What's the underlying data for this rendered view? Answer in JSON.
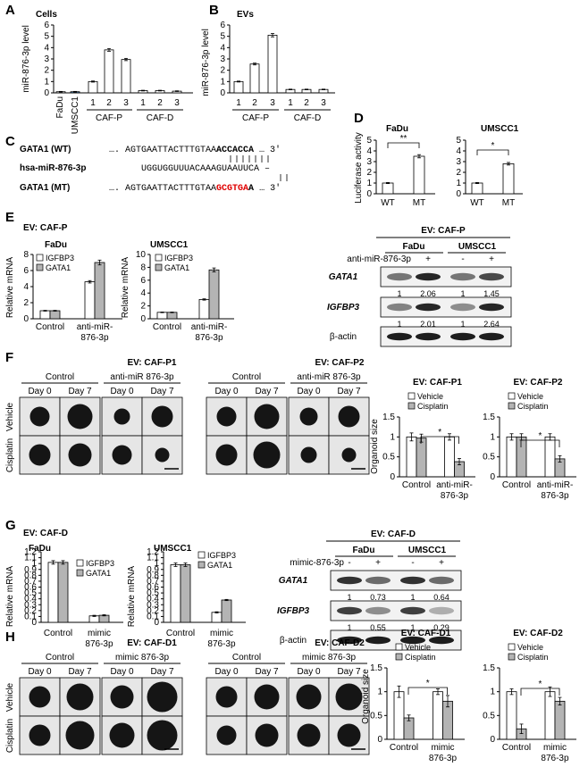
{
  "panels": {
    "A": {
      "letter": "A",
      "title": "Cells",
      "ylabel": "miR-876-3p level",
      "yticks": [
        "0",
        "1",
        "2",
        "3",
        "4",
        "5",
        "6"
      ],
      "xlabels": [
        "FaDu",
        "UMSCC1",
        "1",
        "2",
        "3",
        "1",
        "2",
        "3"
      ],
      "groups": [
        "CAF-P",
        "CAF-D"
      ]
    },
    "B": {
      "letter": "B",
      "title": "EVs",
      "ylabel": "miR-876-3p level",
      "yticks": [
        "0",
        "1",
        "2",
        "3",
        "4",
        "5",
        "6"
      ],
      "xlabels": [
        "1",
        "2",
        "3",
        "1",
        "2",
        "3"
      ],
      "groups": [
        "CAF-P",
        "CAF-D"
      ]
    },
    "C": {
      "letter": "C",
      "rows": [
        {
          "label": "GATA1 (WT)",
          "prefix": "…. AGTGAATTACTTTGTAA",
          "mid": "ACCACCA",
          "suffix": " … 3'"
        },
        {
          "label": "hsa-miR-876-3p",
          "prefix": "UGGUGGUUUACAAAGUAAUUCA",
          "suffix": " –"
        },
        {
          "label": "GATA1 (MT)",
          "prefix": "…. AGTGAATTACTTTGTAA",
          "mut": "GCGTGA",
          "mid2": "A",
          "suffix": " … 3'"
        }
      ]
    },
    "D": {
      "letter": "D",
      "ylabel": "Luciferase activity",
      "titles": [
        "FaDu",
        "UMSCC1"
      ],
      "yticks": [
        "0",
        "1",
        "2",
        "3",
        "4",
        "5"
      ],
      "xlabels": [
        "WT",
        "MT"
      ],
      "sig": [
        "**",
        "*"
      ]
    },
    "E": {
      "letter": "E",
      "header": "EV: CAF-P",
      "titles": [
        "FaDu",
        "UMSCC1"
      ],
      "ylabel": "Relative mRNA",
      "yticks_left": [
        "0",
        "2",
        "4",
        "6",
        "8"
      ],
      "yticks_right": [
        "0",
        "2",
        "4",
        "6",
        "8",
        "10"
      ],
      "legend": [
        "IGFBP3",
        "GATA1"
      ],
      "xlabels": [
        "Control",
        "anti-miR-",
        "876-3p"
      ],
      "blot": {
        "header": "EV: CAF-P",
        "cells": [
          "FaDu",
          "UMSCC1"
        ],
        "treat": "anti-miR-876-3p",
        "signs": [
          "-",
          "+",
          "-",
          "+"
        ],
        "rows": [
          {
            "name": "GATA1",
            "quant": [
              "1",
              "2.06",
              "1",
              "1.45"
            ]
          },
          {
            "name": "IGFBP3",
            "quant": [
              "1",
              "2.01",
              "1",
              "2.64"
            ]
          },
          {
            "name": "β-actin",
            "quant": []
          }
        ]
      }
    },
    "F": {
      "letter": "F",
      "headers": [
        "EV: CAF-P1",
        "EV: CAF-P2"
      ],
      "cond": [
        "Control",
        "anti-miR 876-3p"
      ],
      "days": [
        "Day 0",
        "Day 7"
      ],
      "rows": [
        "Vehicle",
        "Cisplatin"
      ],
      "charts": [
        {
          "title": "EV: CAF-P1"
        },
        {
          "title": "EV: CAF-P2"
        }
      ],
      "legend": [
        "Vehicle",
        "Cisplatin"
      ],
      "ylabel": "Organoid size",
      "yticks": [
        "0",
        "0.5",
        "1",
        "1.5"
      ],
      "xlabels": [
        "Control",
        "anti-miR-",
        "876-3p"
      ]
    },
    "G": {
      "letter": "G",
      "header": "EV: CAF-D",
      "titles": [
        "FaDu",
        "UMSCC1"
      ],
      "ylabel": "Relative mRNA",
      "yticks": [
        "0",
        "0.1",
        "0.2",
        "0.3",
        "0.4",
        "0.5",
        "0.6",
        "0.7",
        "0.8",
        "0.9",
        "1",
        "1.1",
        "1.2"
      ],
      "legend": [
        "IGFBP3",
        "GATA1"
      ],
      "xlabels": [
        "Control",
        "mimic",
        "876-3p"
      ],
      "blot": {
        "header": "EV: CAF-D",
        "cells": [
          "FaDu",
          "UMSCC1"
        ],
        "treat": "mimic-876-3p",
        "signs": [
          "-",
          "+",
          "-",
          "+"
        ],
        "rows": [
          {
            "name": "GATA1",
            "quant": [
              "1",
              "0.73",
              "1",
              "0.64"
            ]
          },
          {
            "name": "IGFBP3",
            "quant": [
              "1",
              "0.55",
              "1",
              "0.29"
            ]
          },
          {
            "name": "β-actin",
            "quant": []
          }
        ]
      }
    },
    "H": {
      "letter": "H",
      "headers": [
        "EV: CAF-D1",
        "EV: CAF-D2"
      ],
      "cond": [
        "Control",
        "mimic 876-3p"
      ],
      "days": [
        "Day 0",
        "Day 7"
      ],
      "rows": [
        "Vehicle",
        "Cisplatin"
      ],
      "charts": [
        {
          "title": "EV: CAF-D1"
        },
        {
          "title": "EV: CAF-D2"
        }
      ],
      "legend": [
        "Vehicle",
        "Cisplatin"
      ],
      "ylabel": "Organoid size",
      "yticks": [
        "0",
        "0.5",
        "1",
        "1.5"
      ],
      "xlabels": [
        "Control",
        "mimic",
        "876-3p"
      ]
    }
  },
  "chart_data": [
    {
      "id": "A",
      "type": "bar",
      "title": "Cells",
      "ylabel": "miR-876-3p level",
      "ylim": [
        0,
        6
      ],
      "categories": [
        "FaDu",
        "UMSCC1",
        "CAF-P 1",
        "CAF-P 2",
        "CAF-P 3",
        "CAF-D 1",
        "CAF-D 2",
        "CAF-D 3"
      ],
      "values": [
        0.1,
        0.1,
        1.0,
        3.8,
        2.95,
        0.2,
        0.2,
        0.15
      ],
      "errors": [
        0.03,
        0.03,
        0.05,
        0.12,
        0.1,
        0.03,
        0.03,
        0.03
      ],
      "colors": [
        "#ffffff",
        "#5b9bd5",
        "#ffffff",
        "#ffffff",
        "#ffffff",
        "#ffffff",
        "#ffffff",
        "#ffffff"
      ]
    },
    {
      "id": "B",
      "type": "bar",
      "title": "EVs",
      "ylabel": "miR-876-3p level",
      "ylim": [
        0,
        6
      ],
      "categories": [
        "CAF-P 1",
        "CAF-P 2",
        "CAF-P 3",
        "CAF-D 1",
        "CAF-D 2",
        "CAF-D 3"
      ],
      "values": [
        1.0,
        2.55,
        5.1,
        0.3,
        0.3,
        0.3
      ],
      "errors": [
        0.04,
        0.08,
        0.15,
        0.03,
        0.03,
        0.03
      ]
    },
    {
      "id": "D-FaDu",
      "type": "bar",
      "title": "FaDu",
      "ylabel": "Luciferase activity",
      "ylim": [
        0,
        5
      ],
      "categories": [
        "WT",
        "MT"
      ],
      "values": [
        1.0,
        3.5
      ],
      "errors": [
        0.05,
        0.15
      ]
    },
    {
      "id": "D-UMSCC1",
      "type": "bar",
      "title": "UMSCC1",
      "ylim": [
        0,
        5
      ],
      "categories": [
        "WT",
        "MT"
      ],
      "values": [
        1.0,
        2.8
      ],
      "errors": [
        0.05,
        0.12
      ]
    },
    {
      "id": "E-FaDu",
      "type": "bar",
      "title": "FaDu",
      "ylabel": "Relative mRNA",
      "ylim": [
        0,
        8
      ],
      "categories": [
        "Control",
        "anti-miR-876-3p"
      ],
      "series": [
        {
          "name": "IGFBP3",
          "values": [
            1.0,
            4.6
          ],
          "errors": [
            0.05,
            0.15
          ]
        },
        {
          "name": "GATA1",
          "values": [
            1.0,
            7.0
          ],
          "errors": [
            0.05,
            0.3
          ]
        }
      ]
    },
    {
      "id": "E-UMSCC1",
      "type": "bar",
      "title": "UMSCC1",
      "ylabel": "Relative mRNA",
      "ylim": [
        0,
        10
      ],
      "categories": [
        "Control",
        "anti-miR-876-3p"
      ],
      "series": [
        {
          "name": "IGFBP3",
          "values": [
            1.0,
            3.0
          ],
          "errors": [
            0.05,
            0.1
          ]
        },
        {
          "name": "GATA1",
          "values": [
            1.0,
            7.6
          ],
          "errors": [
            0.05,
            0.3
          ]
        }
      ]
    },
    {
      "id": "F-P1",
      "type": "bar",
      "title": "EV: CAF-P1",
      "ylabel": "Organoid size",
      "ylim": [
        0,
        1.5
      ],
      "categories": [
        "Control",
        "anti-miR-876-3p"
      ],
      "series": [
        {
          "name": "Vehicle",
          "values": [
            1.0,
            1.0
          ],
          "errors": [
            0.1,
            0.08
          ]
        },
        {
          "name": "Cisplatin",
          "values": [
            0.97,
            0.38
          ],
          "errors": [
            0.1,
            0.08
          ]
        }
      ]
    },
    {
      "id": "F-P2",
      "type": "bar",
      "title": "EV: CAF-P2",
      "ylim": [
        0,
        1.5
      ],
      "categories": [
        "Control",
        "anti-miR-876-3p"
      ],
      "series": [
        {
          "name": "Vehicle",
          "values": [
            1.0,
            1.0
          ],
          "errors": [
            0.08,
            0.08
          ]
        },
        {
          "name": "Cisplatin",
          "values": [
            1.0,
            0.45
          ],
          "errors": [
            0.08,
            0.08
          ]
        }
      ]
    },
    {
      "id": "G-FaDu",
      "type": "bar",
      "title": "FaDu",
      "ylabel": "Relative mRNA",
      "ylim": [
        0,
        1.2
      ],
      "categories": [
        "Control",
        "mimic 876-3p"
      ],
      "series": [
        {
          "name": "IGFBP3",
          "values": [
            1.02,
            0.11
          ],
          "errors": [
            0.03,
            0.01
          ]
        },
        {
          "name": "GATA1",
          "values": [
            1.02,
            0.12
          ],
          "errors": [
            0.03,
            0.01
          ]
        }
      ]
    },
    {
      "id": "G-UMSCC1",
      "type": "bar",
      "title": "UMSCC1",
      "ylabel": "Relative mRNA",
      "ylim": [
        0,
        1.2
      ],
      "categories": [
        "Control",
        "mimic 876-3p"
      ],
      "series": [
        {
          "name": "IGFBP3",
          "values": [
            0.98,
            0.17
          ],
          "errors": [
            0.03,
            0.01
          ]
        },
        {
          "name": "GATA1",
          "values": [
            0.98,
            0.38
          ],
          "errors": [
            0.03,
            0.01
          ]
        }
      ]
    },
    {
      "id": "H-D1",
      "type": "bar",
      "title": "EV: CAF-D1",
      "ylabel": "Organoid size",
      "ylim": [
        0,
        1.5
      ],
      "categories": [
        "Control",
        "mimic 876-3p"
      ],
      "series": [
        {
          "name": "Vehicle",
          "values": [
            1.0,
            1.0
          ],
          "errors": [
            0.12,
            0.06
          ]
        },
        {
          "name": "Cisplatin",
          "values": [
            0.45,
            0.8
          ],
          "errors": [
            0.06,
            0.12
          ]
        }
      ]
    },
    {
      "id": "H-D2",
      "type": "bar",
      "title": "EV: CAF-D2",
      "ylim": [
        0,
        1.5
      ],
      "categories": [
        "Control",
        "mimic 876-3p"
      ],
      "series": [
        {
          "name": "Vehicle",
          "values": [
            1.0,
            1.0
          ],
          "errors": [
            0.06,
            0.1
          ]
        },
        {
          "name": "Cisplatin",
          "values": [
            0.22,
            0.8
          ],
          "errors": [
            0.1,
            0.08
          ]
        }
      ]
    }
  ]
}
